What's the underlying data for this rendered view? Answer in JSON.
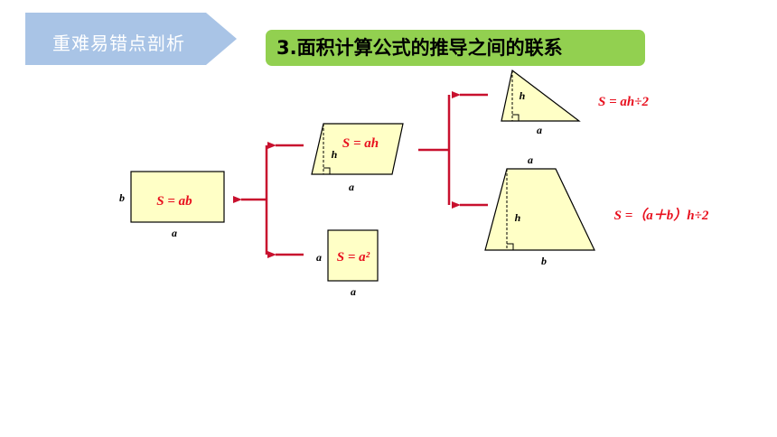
{
  "header": {
    "section_label": "重难易错点剖析",
    "title": "3.面积计算公式的推导之间的联系"
  },
  "shapes": {
    "rectangle": {
      "formula": "S = ab",
      "side_label": "b",
      "base_label": "a"
    },
    "square": {
      "formula": "S = a²",
      "side_label": "a",
      "base_label": "a"
    },
    "parallelogram": {
      "formula": "S = ah",
      "height_label": "h",
      "base_label": "a"
    },
    "triangle": {
      "formula": "S = ah÷2",
      "height_label": "h",
      "base_label": "a"
    },
    "trapezoid": {
      "formula": "S =（a＋b）h÷2",
      "top_label": "a",
      "height_label": "h",
      "base_label": "b"
    }
  },
  "colors": {
    "banner": "#a9c4e6",
    "title_bg": "#92d050",
    "shape_fill": "#ffffc6",
    "formula": "#e8101e",
    "arrow": "#c8102e"
  }
}
